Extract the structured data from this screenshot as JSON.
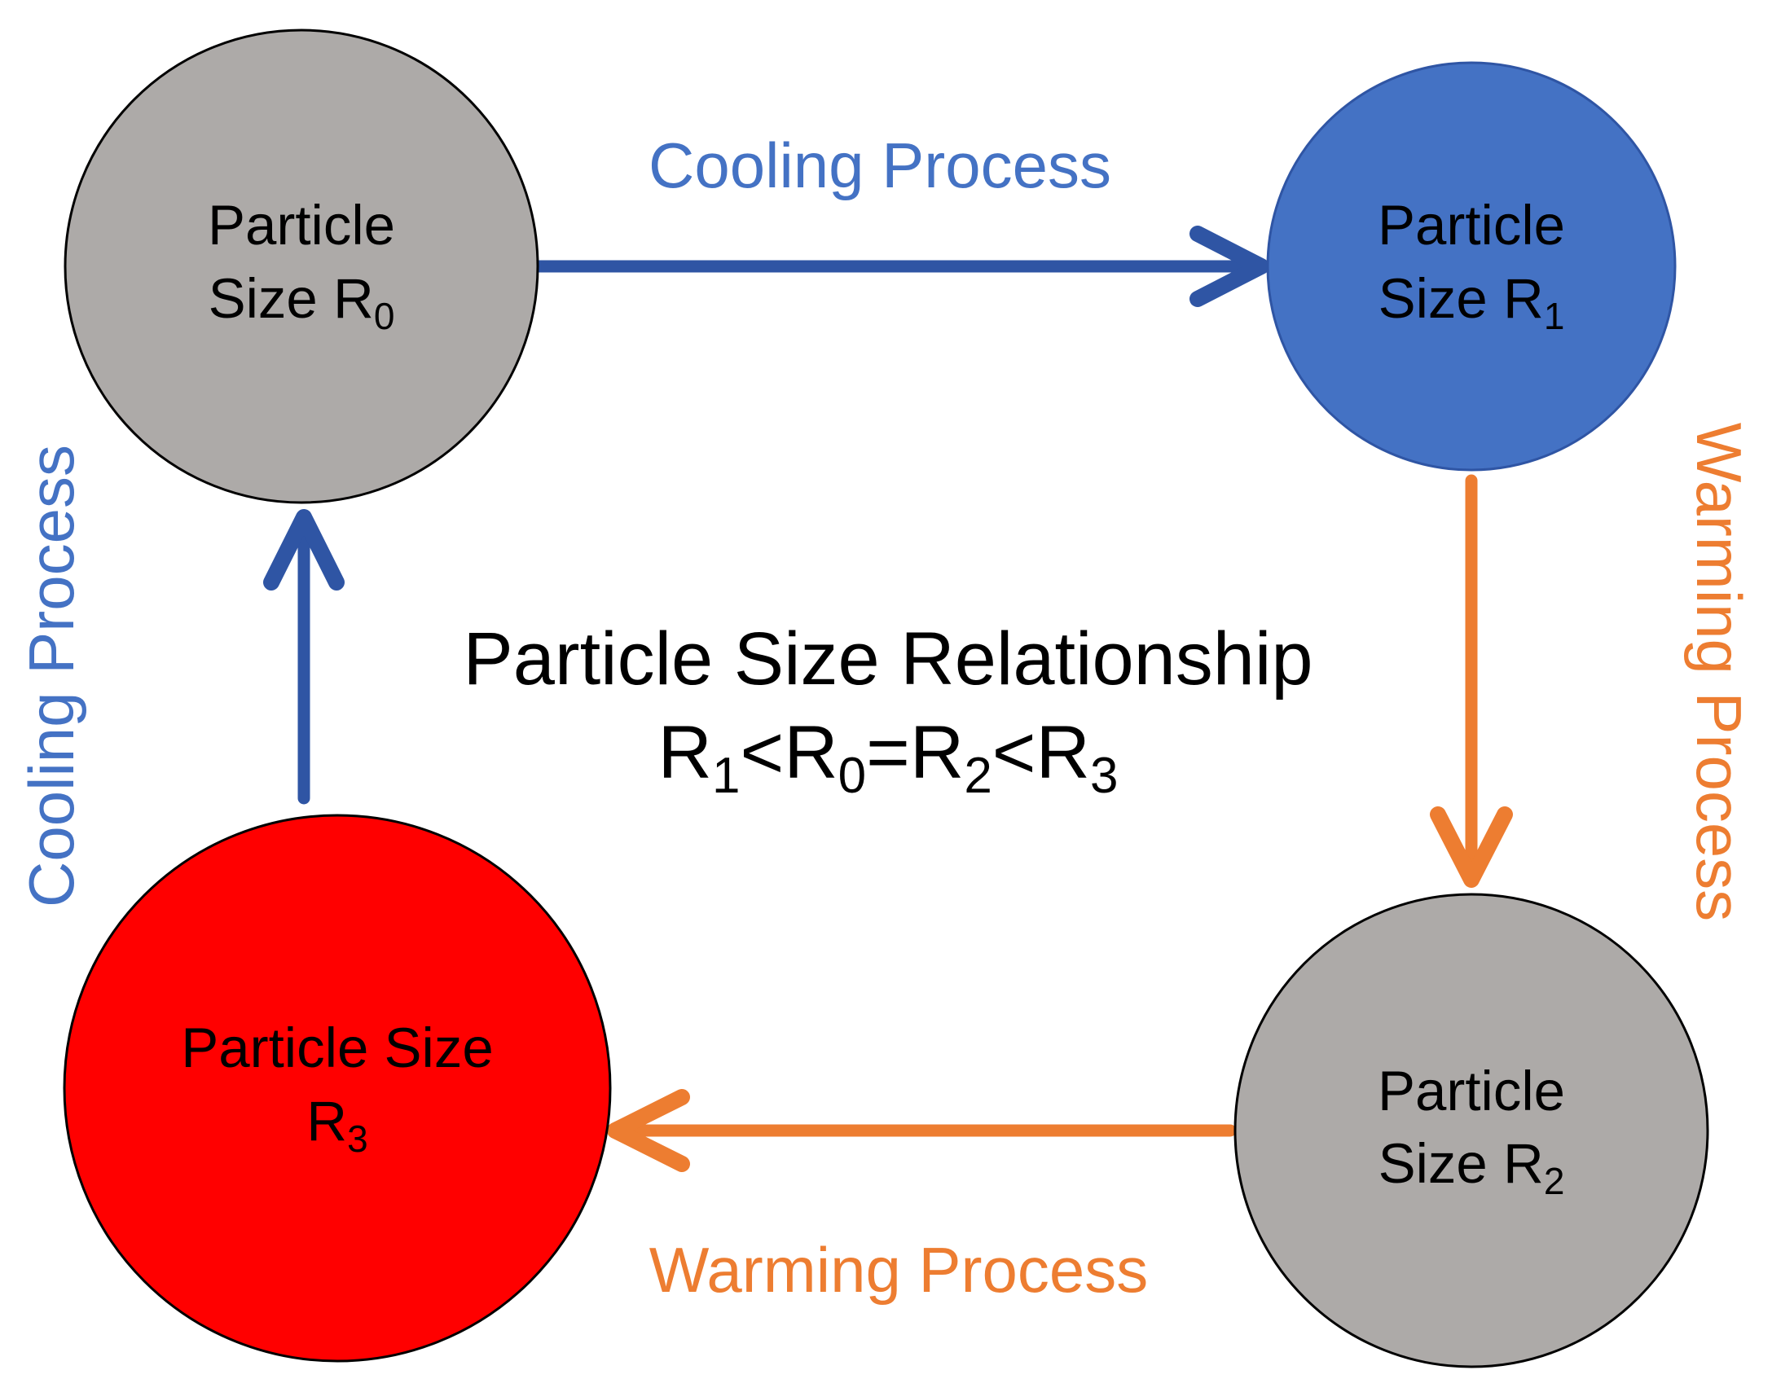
{
  "colors": {
    "cooling": "#2F55A4",
    "cooling_label": "#4472C4",
    "warming": "#ED7D31",
    "node_gray": "#ADAAA8",
    "node_blue": "#4472C4",
    "node_red": "#FF0000",
    "text": "#000000"
  },
  "nodes": {
    "r0": {
      "line1": "Particle",
      "line2": "Size R",
      "sub": "0"
    },
    "r1": {
      "line1": "Particle",
      "line2": "Size R",
      "sub": "1"
    },
    "r2": {
      "line1": "Particle",
      "line2": "Size R",
      "sub": "2"
    },
    "r3": {
      "line1": "Particle Size",
      "line2": "R",
      "sub": "3"
    }
  },
  "edges": {
    "top": {
      "label": "Cooling Process"
    },
    "left": {
      "label": "Cooling Process"
    },
    "right": {
      "label": "Warming Process"
    },
    "bottom": {
      "label": "Warming Process"
    }
  },
  "relationship": {
    "title": "Particle Size Relationship",
    "R": "R",
    "less": "<",
    "equals": "=",
    "s1": "1",
    "s0": "0",
    "s2": "2",
    "s3": "3"
  }
}
